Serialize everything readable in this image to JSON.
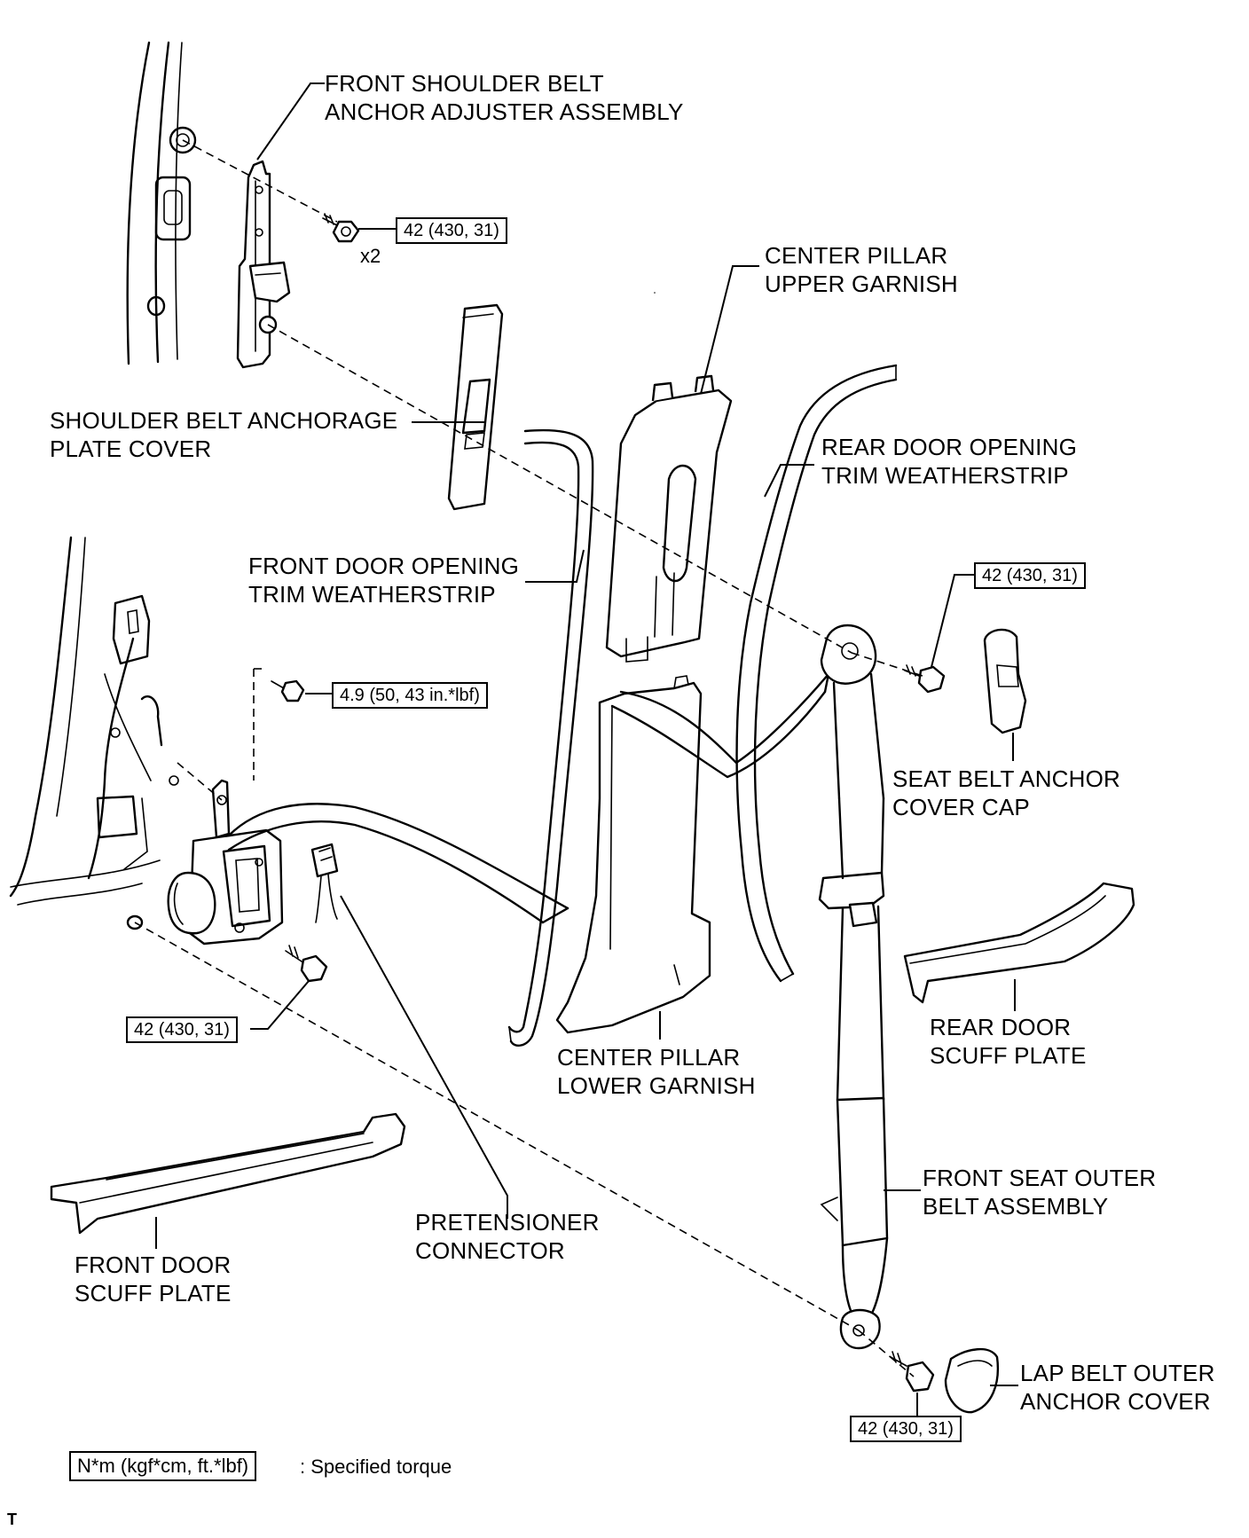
{
  "labels": {
    "front_shoulder_belt_anchor_adjuster_assembly": [
      "FRONT SHOULDER BELT",
      "ANCHOR ADJUSTER ASSEMBLY"
    ],
    "center_pillar_upper_garnish": [
      "CENTER PILLAR",
      "UPPER GARNISH"
    ],
    "shoulder_belt_anchorage_plate_cover": [
      "SHOULDER BELT ANCHORAGE",
      "PLATE COVER"
    ],
    "rear_door_opening_trim_weatherstrip": [
      "REAR DOOR OPENING",
      "TRIM WEATHERSTRIP"
    ],
    "front_door_opening_trim_weatherstrip": [
      "FRONT DOOR OPENING",
      "TRIM WEATHERSTRIP"
    ],
    "seat_belt_anchor_cover_cap": [
      "SEAT BELT ANCHOR",
      "COVER CAP"
    ],
    "center_pillar_lower_garnish": [
      "CENTER PILLAR",
      "LOWER GARNISH"
    ],
    "rear_door_scuff_plate": [
      "REAR DOOR",
      "SCUFF PLATE"
    ],
    "front_seat_outer_belt_assembly": [
      "FRONT SEAT OUTER",
      "BELT ASSEMBLY"
    ],
    "pretensioner_connector": [
      "PRETENSIONER",
      "CONNECTOR"
    ],
    "front_door_scuff_plate": [
      "FRONT DOOR",
      "SCUFF PLATE"
    ],
    "lap_belt_outer_anchor_cover": [
      "LAP BELT OUTER",
      "ANCHOR COVER"
    ]
  },
  "torques": {
    "shoulder_adjuster_bolt": "42 (430, 31)",
    "shoulder_anchor_bolt": "42 (430, 31)",
    "retractor_upper_bolt": "4.9 (50, 43 in.*lbf)",
    "retractor_lower_bolt": "42 (430, 31)",
    "lap_anchor_bolt": "42 (430, 31)"
  },
  "quantity_note": "x2",
  "legend": {
    "box": "N*m (kgf*cm, ft.*lbf)",
    "text": ": Specified torque"
  },
  "corner_mark": "T"
}
